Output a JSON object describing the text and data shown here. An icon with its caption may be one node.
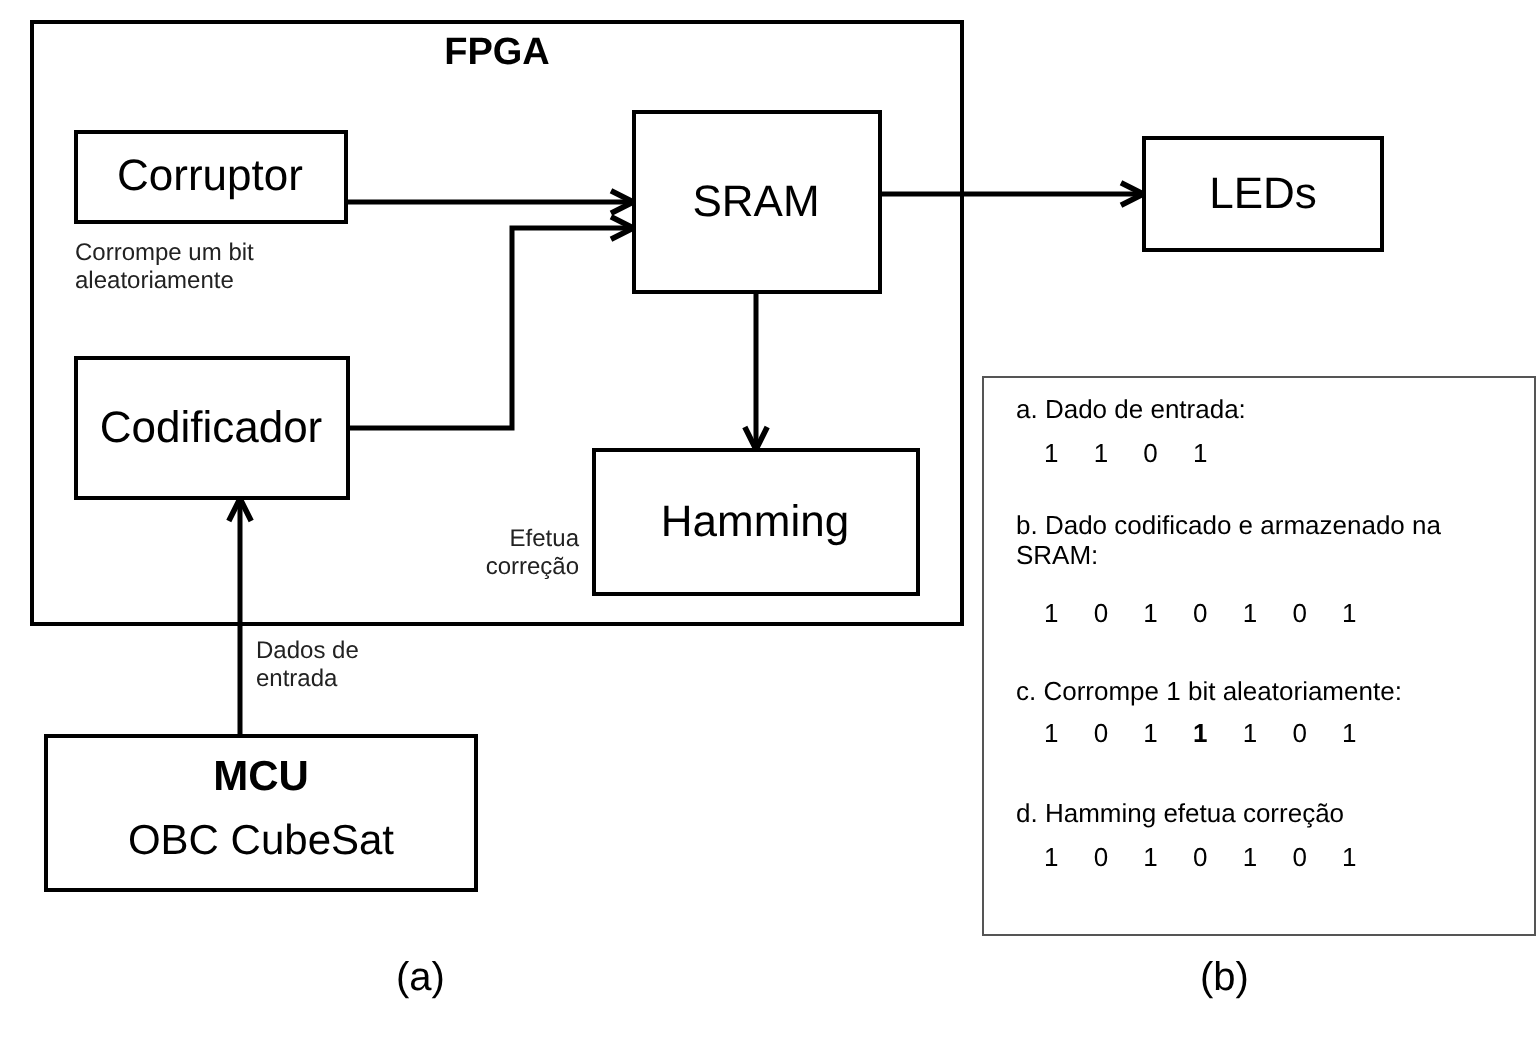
{
  "diagram": {
    "nodes": [
      {
        "text": [
          "FPGA"
        ]
      },
      {
        "text": [
          "Corruptor"
        ],
        "in": 0,
        "beside": [
          "Corrompe um bit aleatoriamente"
        ]
      },
      {
        "text": [
          "SRAM"
        ],
        "in": 0
      },
      {
        "text": [
          "Codificador"
        ],
        "in": 0
      },
      {
        "text": [
          "Hamming"
        ],
        "in": 0,
        "beside": [
          "Efetua correção"
        ]
      },
      {
        "text": [
          "LEDs"
        ]
      },
      {
        "text": [
          "MCU",
          "OBC CubeSat"
        ]
      },
      {
        "text": [
          "a. Dado de entrada:",
          "1 1 0 1",
          "b. Dado codificado e armazenado na SRAM:",
          "1 0 1 0 1 0 1",
          "c. Corrompe 1 bit aleatoriamente:",
          "1 0 1 **1** 1 0 1",
          "d. Hamming efetua correção",
          "1 0 1 0 1 0 1"
        ]
      }
    ],
    "edges": [
      {
        "from": 1,
        "to": 2,
        "arrow": "to"
      },
      {
        "from": 3,
        "to": 2,
        "arrow": "to"
      },
      {
        "from": 2,
        "to": 5,
        "arrow": "to"
      },
      {
        "from": 2,
        "to": 4,
        "arrow": "to"
      },
      {
        "from": 6,
        "to": 3,
        "arrow": "to",
        "label": "Dados de entrada"
      }
    ],
    "labels": [
      "(a)",
      "(b)"
    ]
  }
}
